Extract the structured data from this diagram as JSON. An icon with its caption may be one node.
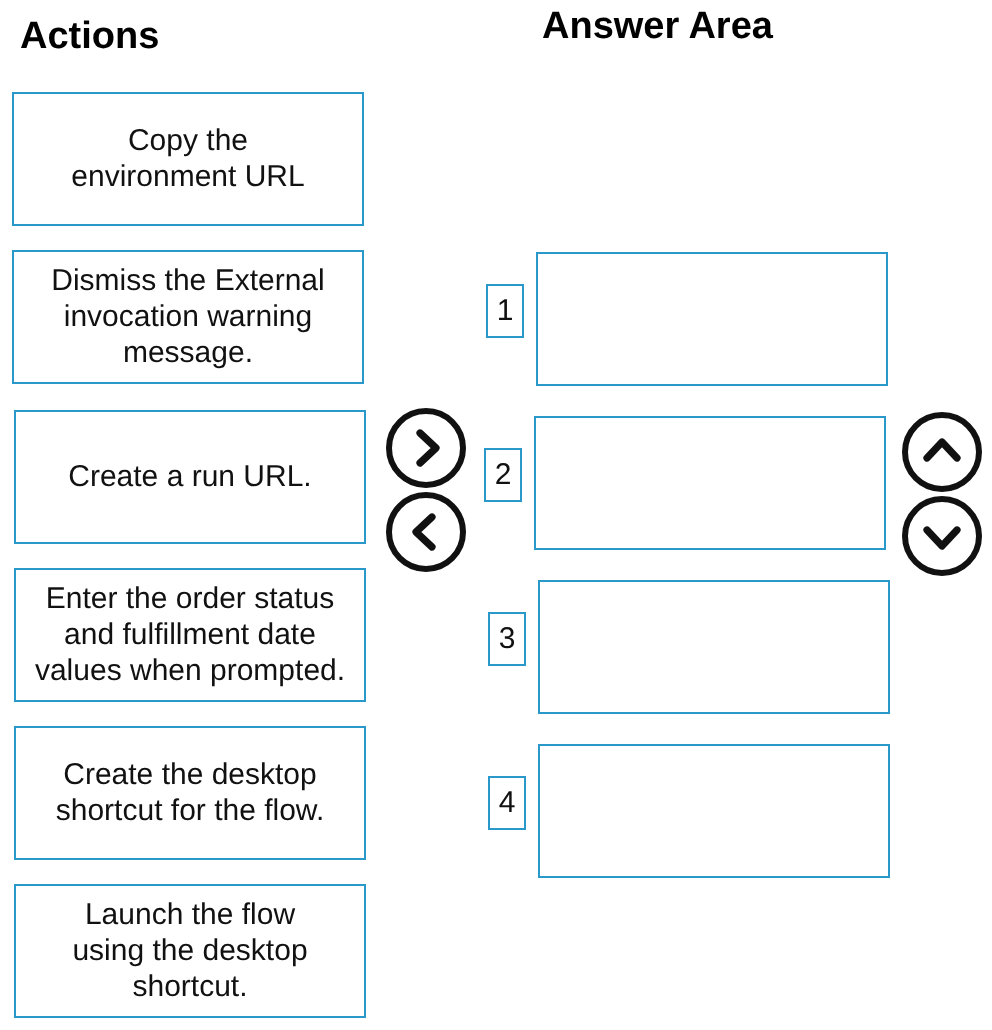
{
  "diagram": {
    "nodes": [
      {
        "text": [
          "Copy the environment URL"
        ]
      },
      {
        "text": [
          "Dismiss the External invocation warning message."
        ]
      },
      {
        "text": [
          "Create a run URL."
        ]
      },
      {
        "text": [
          "Enter the order status and fulfillment date values when prompted."
        ]
      },
      {
        "text": [
          "Create the desktop shortcut for the flow."
        ]
      },
      {
        "text": [
          "Launch the flow using the desktop shortcut."
        ]
      },
      {
        "text": [
          "1"
        ]
      },
      {
        "text": [],
        "shape": "box"
      },
      {
        "text": [
          "2"
        ]
      },
      {
        "text": [],
        "shape": "box"
      },
      {
        "text": [
          "3"
        ]
      },
      {
        "text": [],
        "shape": "box"
      },
      {
        "text": [
          "4"
        ]
      },
      {
        "text": [],
        "shape": "box"
      }
    ],
    "edges": [],
    "labels": [
      "Actions",
      "Answer Area"
    ]
  }
}
